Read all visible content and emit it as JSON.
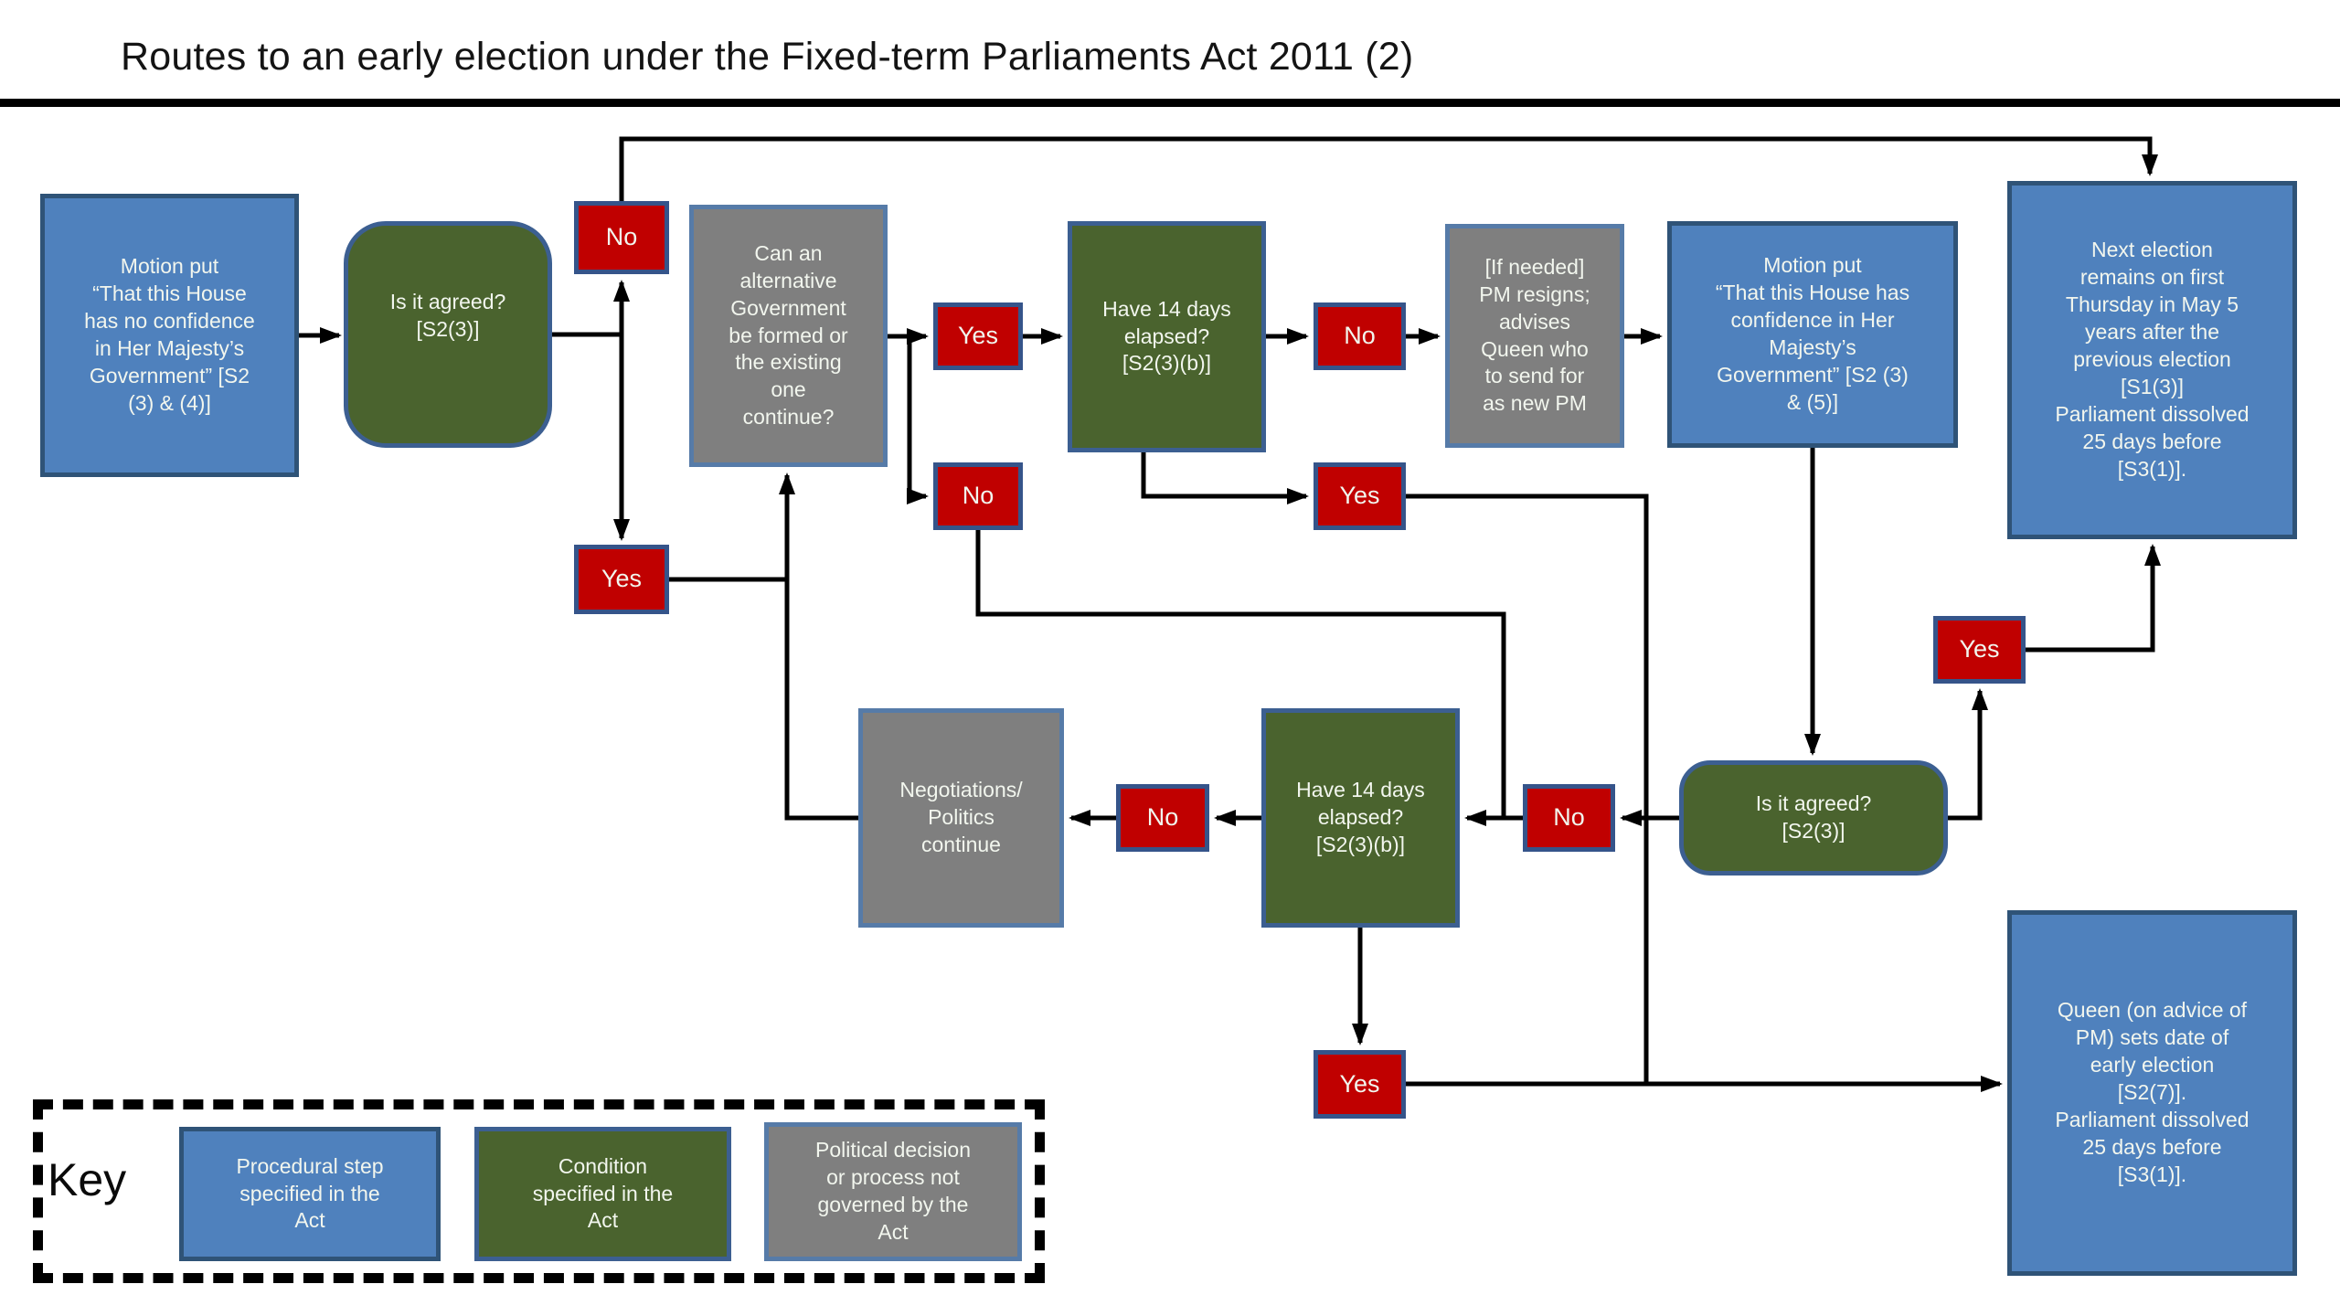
{
  "title": "Routes to an early election under the Fixed-term Parliaments Act 2011 (2)",
  "colors": {
    "procedural_blue": "#4f81bd",
    "condition_green": "#4a632e",
    "decision_red": "#c00000",
    "political_gray": "#7f7f7f",
    "box_border_blue": "#35548a",
    "connector_black": "#000000"
  },
  "decisions": {
    "yes": "Yes",
    "no": "No"
  },
  "nodes": {
    "motion_no_confidence": {
      "label": "Motion put\n“That this House\nhas no confidence\nin Her Majesty’s\nGovernment” [S2\n(3) & (4)]"
    },
    "is_it_agreed_1": {
      "label": "Is it agreed?\n[S2(3)]"
    },
    "can_alternative_government": {
      "label": "Can an\nalternative\nGovernment\nbe formed or\nthe existing\none\ncontinue?"
    },
    "have_14_days_1": {
      "label": "Have 14 days\nelapsed?\n[S2(3)(b)]"
    },
    "pm_resigns": {
      "label": "[If needed]\nPM resigns;\nadvises\nQueen who\nto send for\nas new PM"
    },
    "motion_confidence": {
      "label": "Motion put\n“That this House has\nconfidence in Her\nMajesty’s\nGovernment” [S2 (3)\n& (5)]"
    },
    "next_election": {
      "label": "Next election\nremains on first\nThursday in May 5\nyears after the\nprevious election\n[S1(3)]\nParliament dissolved\n25 days before\n[S3(1)]."
    },
    "negotiations_continue": {
      "label": "Negotiations/\nPolitics\ncontinue"
    },
    "have_14_days_2": {
      "label": "Have 14 days\nelapsed?\n[S2(3)(b)]"
    },
    "is_it_agreed_2": {
      "label": "Is it agreed?\n[S2(3)]"
    },
    "queen_sets_date": {
      "label": "Queen (on advice of\nPM) sets date of\nearly election\n[S2(7)].\nParliament dissolved\n25 days before\n[S3(1)]."
    }
  },
  "key": {
    "heading": "Key",
    "procedural": "Procedural step\nspecified in the\nAct",
    "condition": "Condition\nspecified in the\nAct",
    "political": "Political decision\nor process not\ngoverned by the\nAct"
  }
}
